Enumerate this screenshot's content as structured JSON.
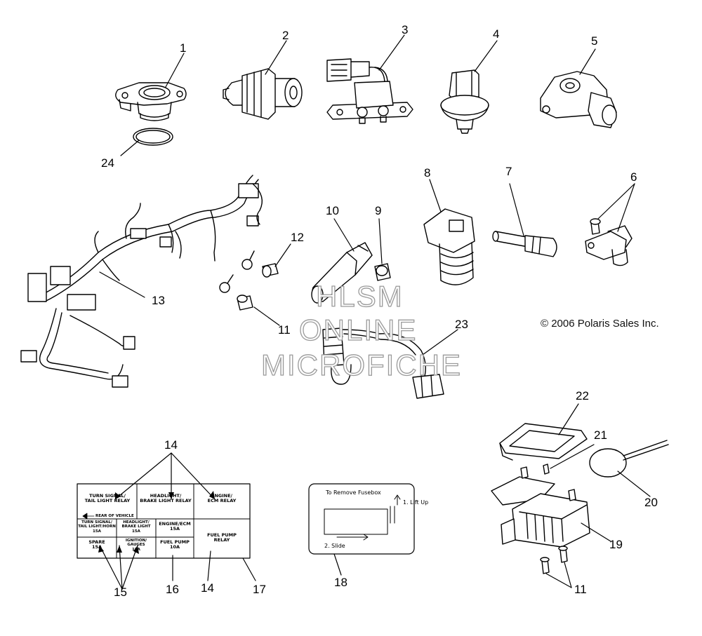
{
  "copyright": "© 2006 Polaris Sales Inc.",
  "watermark": {
    "line1": "HLSM",
    "line2": "ONLINE",
    "line3": "MICROFICHE",
    "color": "#9a9a9a"
  },
  "callouts": [
    "1",
    "2",
    "3",
    "4",
    "5",
    "24",
    "8",
    "7",
    "6",
    "10",
    "9",
    "12",
    "13",
    "11",
    "23",
    "22",
    "21",
    "20",
    "19",
    "11",
    "14",
    "15",
    "16",
    "14",
    "17",
    "18"
  ],
  "fuse_decal": {
    "top_left": "TURN SIGNAL/\nTAIL LIGHT RELAY",
    "top_mid": "HEADLIGHT/\nBRAKE LIGHT RELAY",
    "top_right": "ENGINE/\nECM RELAY",
    "arrow_label": "REAR OF VEHICLE",
    "f1": "TURN SIGNAL/\nTAIL LIGHT/HORN\n15A",
    "f2": "HEADLIGHT/\nBRAKE LIGHT\n15A",
    "f3": "ENGINE/ECM\n15A",
    "f4": "SPARE\n15A",
    "f5": "IGNITION/\nGAUGES\n15A",
    "f6": "FUEL PUMP\n10A",
    "fuel_pump_relay": "FUEL PUMP\nRELAY"
  },
  "fusebox_decal": {
    "title": "To Remove Fusebox",
    "step1": "1. Lift Up",
    "step2": "2. Slide"
  }
}
